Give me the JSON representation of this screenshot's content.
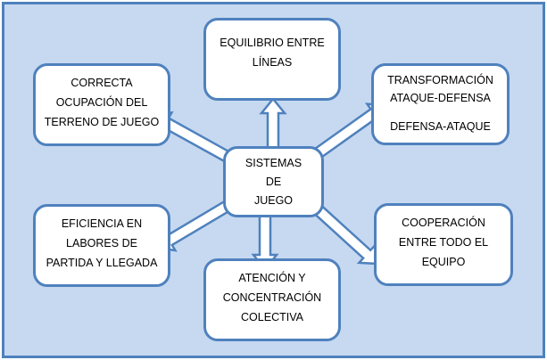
{
  "diagram": {
    "center": {
      "lines": [
        "SISTEMAS",
        "DE",
        "JUEGO"
      ]
    },
    "nodes": [
      {
        "id": "top",
        "lines": [
          "EQUILIBRIO ENTRE",
          "LÍNEAS"
        ]
      },
      {
        "id": "top-left",
        "lines": [
          "CORRECTA",
          "OCUPACIÓN DEL",
          "TERRENO DE JUEGO"
        ]
      },
      {
        "id": "top-right",
        "lines": [
          "TRANSFORMACIÓN",
          "ATAQUE-DEFENSA",
          "",
          "DEFENSA-ATAQUE"
        ]
      },
      {
        "id": "bottom-left",
        "lines": [
          "EFICIENCIA EN",
          "LABORES DE",
          "PARTIDA Y LLEGADA"
        ]
      },
      {
        "id": "bottom-right",
        "lines": [
          "COOPERACIÓN",
          "ENTRE TODO EL",
          "EQUIPO"
        ]
      },
      {
        "id": "bottom",
        "lines": [
          "ATENCIÓN Y",
          "CONCENTRACIÓN",
          "COLECTIVA"
        ]
      }
    ],
    "colors": {
      "background": "#c6d9f1",
      "border": "#4f81bd",
      "box": "#ffffff"
    }
  }
}
